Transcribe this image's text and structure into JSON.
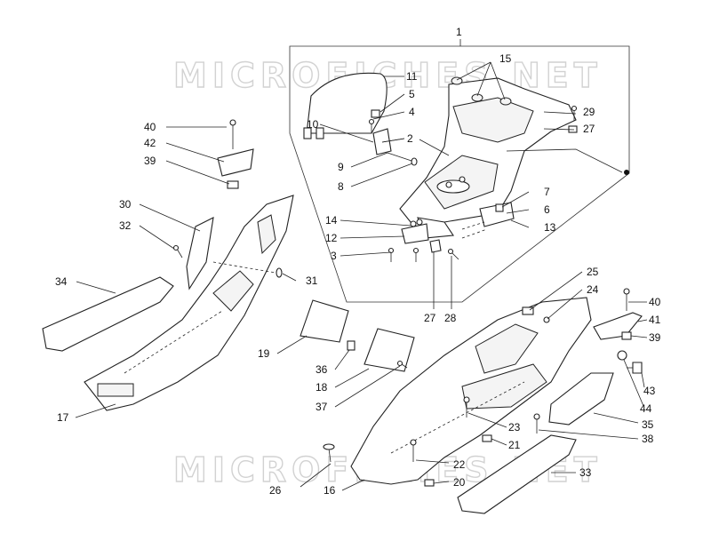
{
  "watermark": "MICROFICHES.NET",
  "callouts": [
    {
      "id": "c1",
      "text": "1"
    },
    {
      "id": "c2",
      "text": "2"
    },
    {
      "id": "c3",
      "text": "3"
    },
    {
      "id": "c4",
      "text": "4"
    },
    {
      "id": "c5",
      "text": "5"
    },
    {
      "id": "c6",
      "text": "6"
    },
    {
      "id": "c7",
      "text": "7"
    },
    {
      "id": "c8",
      "text": "8"
    },
    {
      "id": "c9",
      "text": "9"
    },
    {
      "id": "c10",
      "text": "10"
    },
    {
      "id": "c11",
      "text": "11"
    },
    {
      "id": "c12",
      "text": "12"
    },
    {
      "id": "c13",
      "text": "13"
    },
    {
      "id": "c14",
      "text": "14"
    },
    {
      "id": "c15",
      "text": "15"
    },
    {
      "id": "c16",
      "text": "16"
    },
    {
      "id": "c17",
      "text": "17"
    },
    {
      "id": "c18",
      "text": "18"
    },
    {
      "id": "c19",
      "text": "19"
    },
    {
      "id": "c20",
      "text": "20"
    },
    {
      "id": "c21",
      "text": "21"
    },
    {
      "id": "c22",
      "text": "22"
    },
    {
      "id": "c23",
      "text": "23"
    },
    {
      "id": "c24",
      "text": "24"
    },
    {
      "id": "c25",
      "text": "25"
    },
    {
      "id": "c26",
      "text": "26"
    },
    {
      "id": "c27a",
      "text": "27"
    },
    {
      "id": "c27b",
      "text": "27"
    },
    {
      "id": "c28",
      "text": "28"
    },
    {
      "id": "c29",
      "text": "29"
    },
    {
      "id": "c30",
      "text": "30"
    },
    {
      "id": "c31",
      "text": "31"
    },
    {
      "id": "c32",
      "text": "32"
    },
    {
      "id": "c33",
      "text": "33"
    },
    {
      "id": "c34",
      "text": "34"
    },
    {
      "id": "c35",
      "text": "35"
    },
    {
      "id": "c36",
      "text": "36"
    },
    {
      "id": "c37",
      "text": "37"
    },
    {
      "id": "c38",
      "text": "38"
    },
    {
      "id": "c39a",
      "text": "39"
    },
    {
      "id": "c39b",
      "text": "39"
    },
    {
      "id": "c40a",
      "text": "40"
    },
    {
      "id": "c40b",
      "text": "40"
    },
    {
      "id": "c41",
      "text": "41"
    },
    {
      "id": "c42",
      "text": "42"
    },
    {
      "id": "c43",
      "text": "43"
    },
    {
      "id": "c44",
      "text": "44"
    }
  ]
}
